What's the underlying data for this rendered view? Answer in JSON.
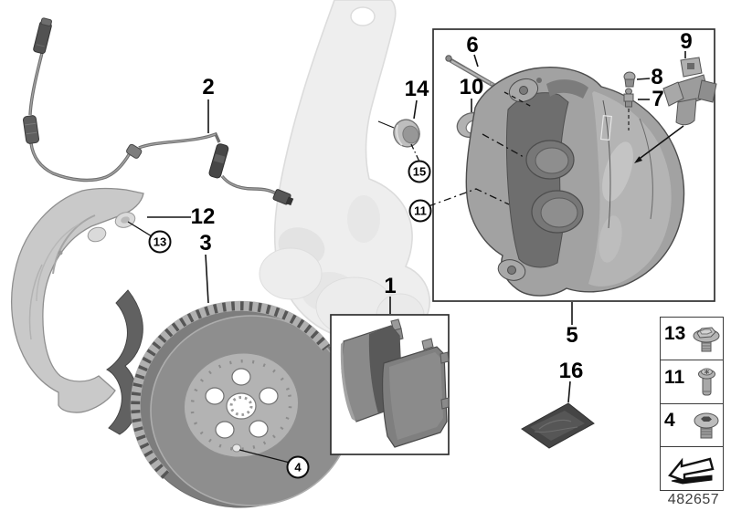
{
  "diagram": {
    "part_number": "482657",
    "labels": {
      "l1": "1",
      "l2": "2",
      "l3": "3",
      "l5": "5",
      "l6": "6",
      "l7": "7",
      "l8": "8",
      "l9": "9",
      "l10": "10",
      "l12": "12",
      "l14": "14",
      "l16": "16"
    },
    "circled": {
      "c4": "4",
      "c11": "11",
      "c13": "13",
      "c15": "15"
    },
    "legend": {
      "rows": [
        {
          "number": "13",
          "icon": "hex-flange-bolt-icon"
        },
        {
          "number": "11",
          "icon": "torx-screw-icon"
        },
        {
          "number": "4",
          "icon": "socket-head-plug-icon"
        },
        {
          "number": "",
          "icon": "direction-of-travel-arrow-icon"
        }
      ]
    },
    "colors": {
      "line": "#1a1a1a",
      "part_mid_gray": "#9a9a9a",
      "part_dark_gray": "#4a4a4a",
      "faded_part": "#ededed",
      "disc_face": "#8e8e8e",
      "background": "#ffffff"
    }
  }
}
